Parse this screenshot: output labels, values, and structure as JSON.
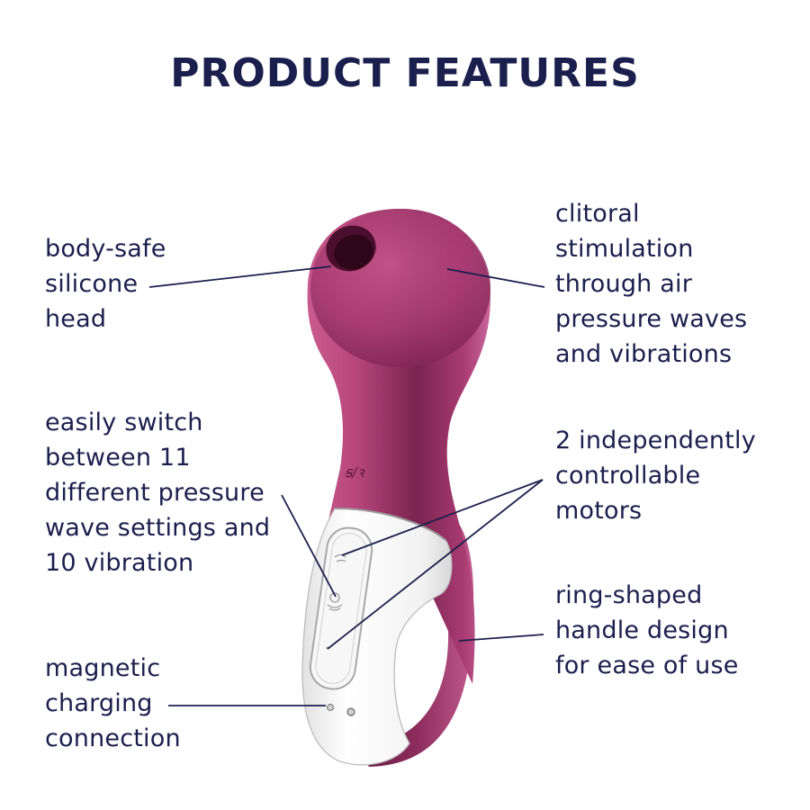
{
  "title": "PRODUCT FEATURES",
  "colors": {
    "text": "#1b1f4e",
    "product_body": "#a83b72",
    "product_highlight": "#d46f9e",
    "product_shadow": "#6e1e48",
    "panel": "#f4f4f4",
    "background": "#ffffff"
  },
  "callouts": {
    "head": {
      "lines": [
        "body-safe",
        "silicone",
        "head"
      ]
    },
    "switch": {
      "lines": [
        "easily switch",
        "between 11",
        "different pressure",
        "wave settings and",
        "10 vibration"
      ]
    },
    "magnetic": {
      "lines": [
        "magnetic",
        "charging",
        "connection"
      ]
    },
    "stimulation": {
      "lines": [
        "clitoral",
        "stimulation",
        "through air",
        "pressure waves",
        "and vibrations"
      ]
    },
    "motors": {
      "lines": [
        "2 independently",
        "controllable",
        "motors"
      ]
    },
    "ring": {
      "lines": [
        "ring-shaped",
        "handle design",
        "for ease of use"
      ]
    }
  },
  "product": {
    "logo_text": "ꞩ/ꝛ",
    "icons": [
      "wave-icon",
      "power-icon",
      "minus-dot-icon"
    ]
  }
}
